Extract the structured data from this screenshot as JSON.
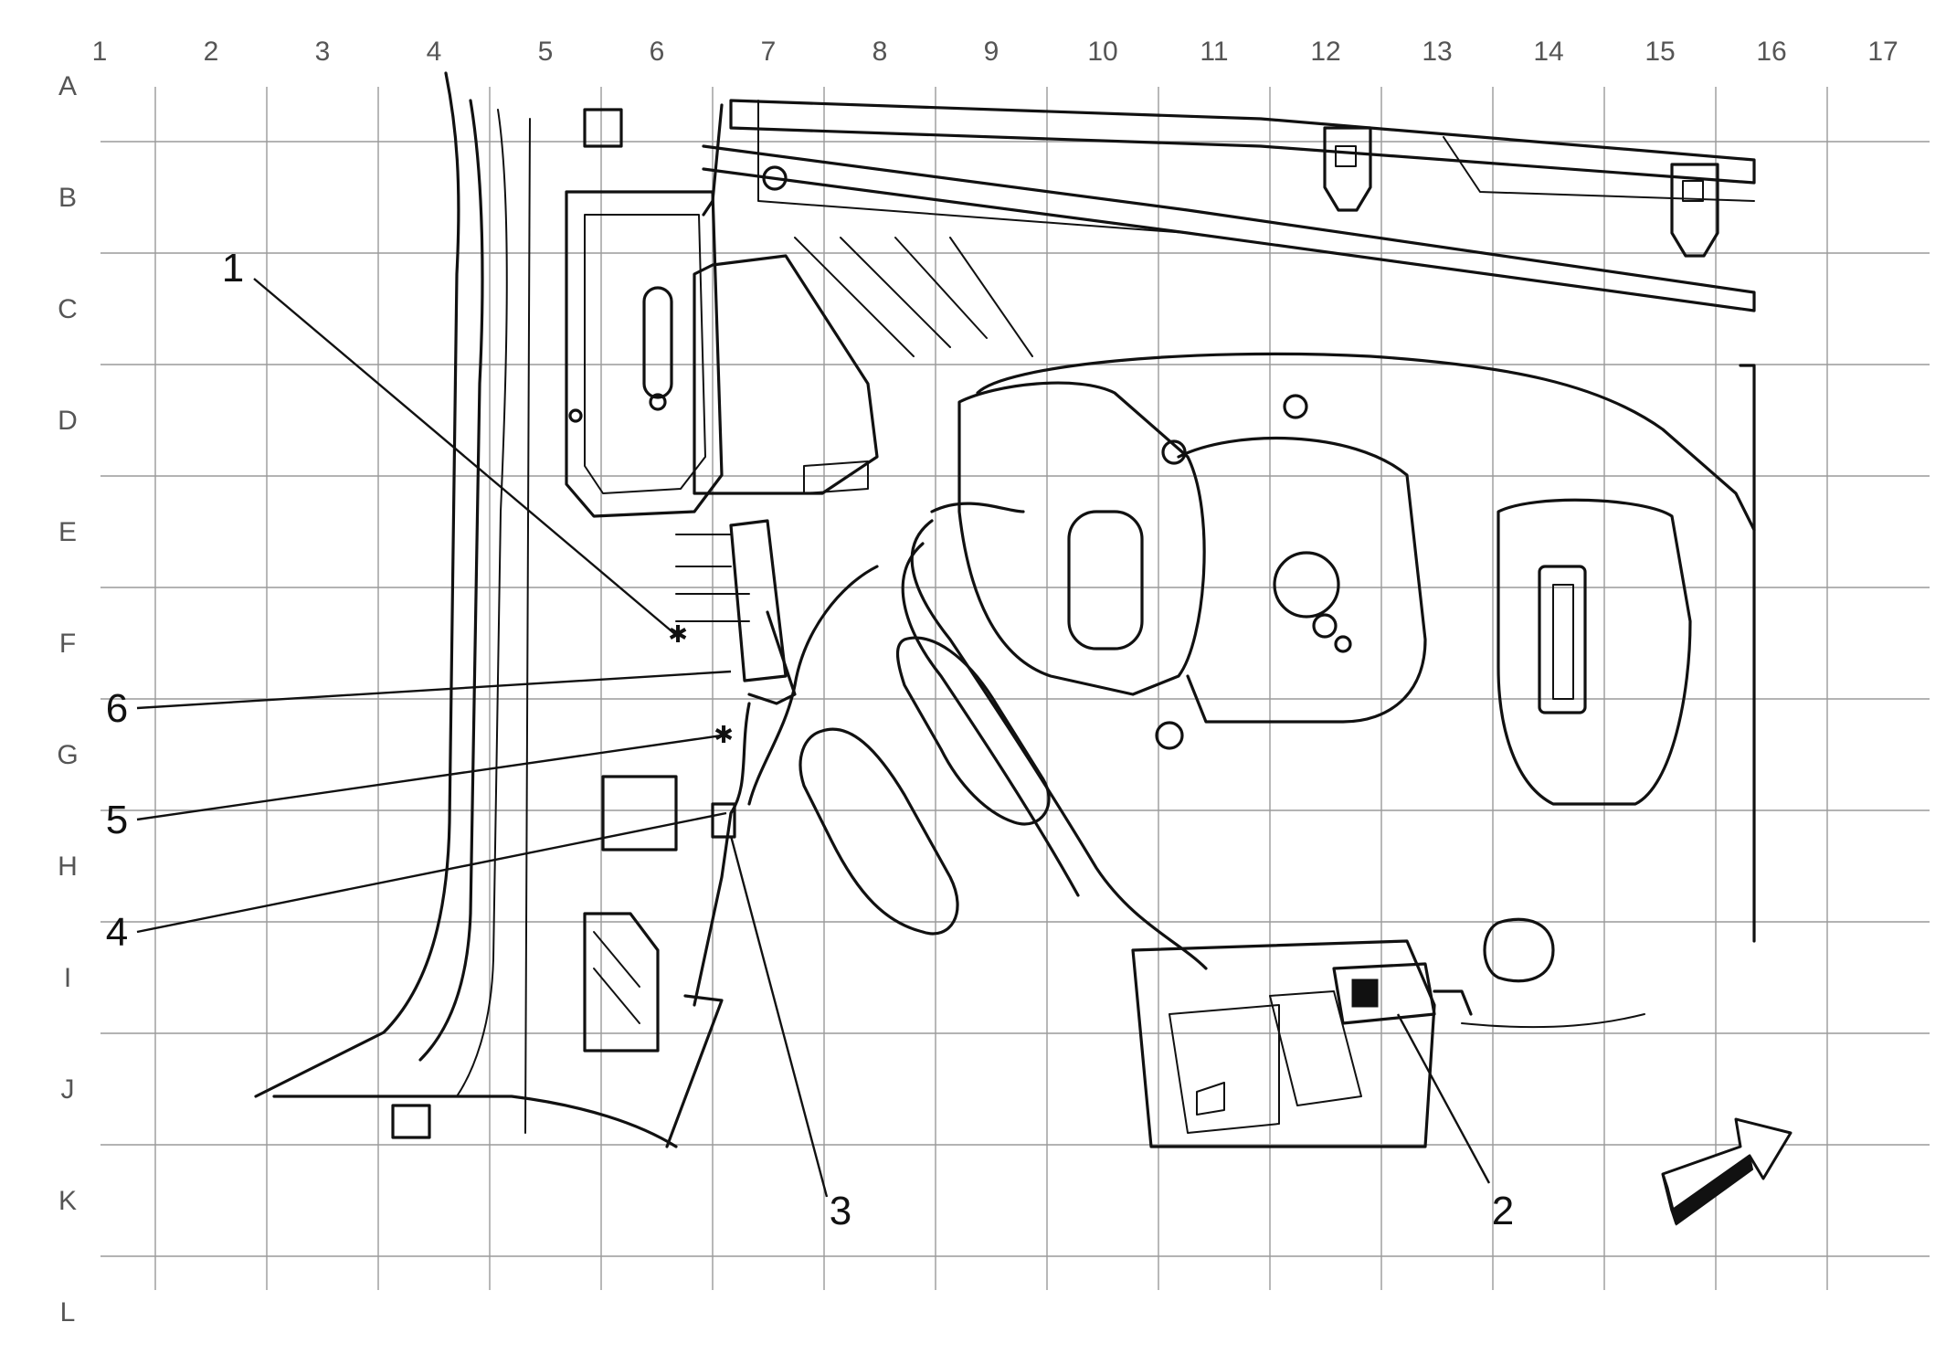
{
  "grid": {
    "columns": [
      "1",
      "2",
      "3",
      "4",
      "5",
      "6",
      "7",
      "8",
      "9",
      "10",
      "11",
      "12",
      "13",
      "14",
      "15",
      "16",
      "17"
    ],
    "rows": [
      "A",
      "B",
      "C",
      "D",
      "E",
      "F",
      "G",
      "H",
      "I",
      "J",
      "K",
      "L"
    ]
  },
  "callouts": [
    {
      "id": "1",
      "label": "1"
    },
    {
      "id": "2",
      "label": "2"
    },
    {
      "id": "3",
      "label": "3"
    },
    {
      "id": "4",
      "label": "4"
    },
    {
      "id": "5",
      "label": "5"
    },
    {
      "id": "6",
      "label": "6"
    }
  ],
  "icons": {
    "view_direction": "direction-arrow-icon"
  }
}
